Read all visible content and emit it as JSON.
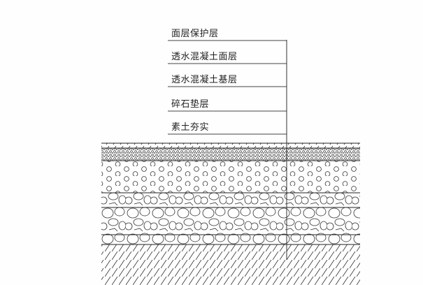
{
  "diagram": {
    "title": "透水混凝土路面结构",
    "layers": [
      {
        "label": "面层保护层"
      },
      {
        "label": "透水混凝土面层"
      },
      {
        "label": "透水混凝土基层"
      },
      {
        "label": "碎石垫层"
      },
      {
        "label": "素土夯实"
      }
    ],
    "line_color": "#333333"
  }
}
